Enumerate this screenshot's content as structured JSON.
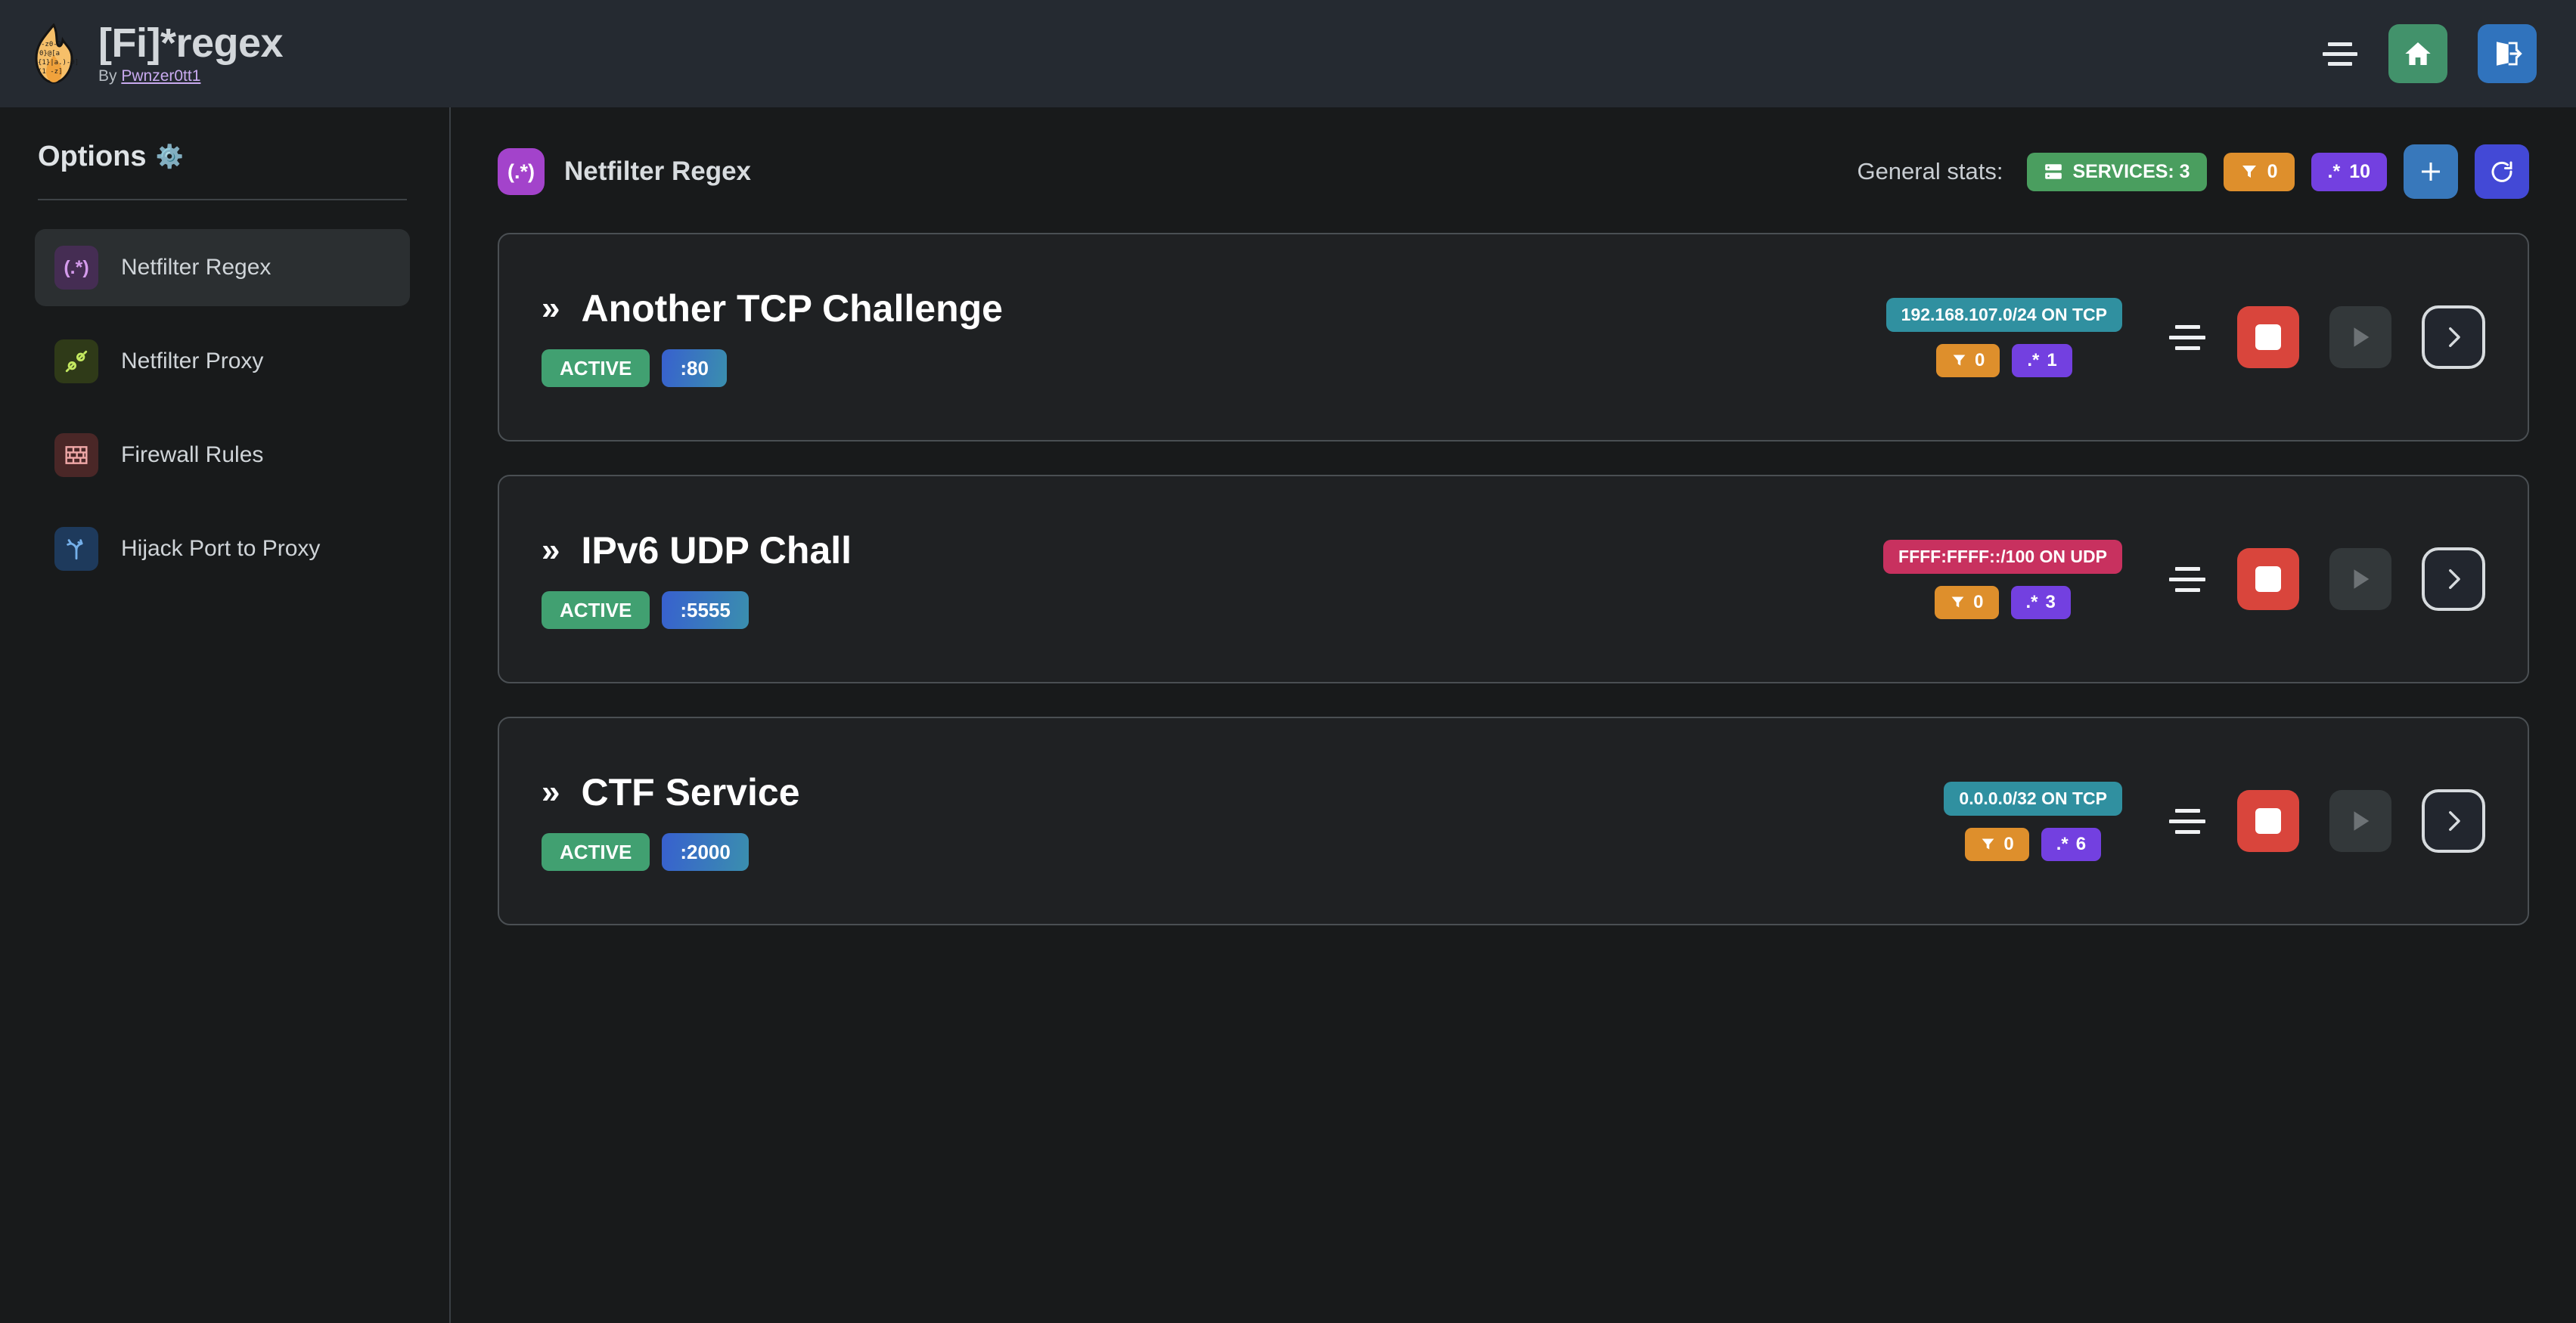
{
  "header": {
    "logo_icon": "flame-regex-logo",
    "title": "[Fi]*regex",
    "by_prefix": "By ",
    "author": "Pwnzer0tt1",
    "menu_icon": "menu-lines-icon",
    "home_icon": "home-icon",
    "logout_icon": "logout-icon"
  },
  "sidebar": {
    "heading": "Options",
    "gear": "⚙️",
    "items": [
      {
        "label": "Netfilter Regex",
        "icon": "regex-icon",
        "glyph": "(.*)",
        "active": true
      },
      {
        "label": "Netfilter Proxy",
        "icon": "plug-icon",
        "glyph": "⚭",
        "active": false
      },
      {
        "label": "Firewall Rules",
        "icon": "brick-wall-icon",
        "glyph": "▦",
        "active": false
      },
      {
        "label": "Hijack Port to Proxy",
        "icon": "route-fork-icon",
        "glyph": "⎇",
        "active": false
      }
    ]
  },
  "main": {
    "page_icon": "regex-icon",
    "page_icon_glyph": "(.*)",
    "page_title": "Netfilter Regex",
    "stats_label": "General stats:",
    "stats": {
      "services_icon": "server-icon",
      "services_text": "SERVICES: 3",
      "filter_icon": "filter-icon",
      "filter_count": "0",
      "regex_icon": "regex-dot-star-icon",
      "regex_glyph": ".*",
      "regex_count": "10"
    },
    "add_button_icon": "plus-icon",
    "refresh_button_icon": "refresh-icon"
  },
  "services": [
    {
      "chevron": "»",
      "name": "Another TCP Challenge",
      "status": "ACTIVE",
      "port": ":80",
      "network": "192.168.107.0/24 ON TCP",
      "protocol": "tcp",
      "filter_count": "0",
      "regex_glyph": ".*",
      "regex_count": "1",
      "menu_icon": "menu-lines-icon",
      "stop_icon": "stop-icon",
      "play_icon": "play-icon",
      "detail_icon": "chevron-right-icon"
    },
    {
      "chevron": "»",
      "name": "IPv6 UDP Chall",
      "status": "ACTIVE",
      "port": ":5555",
      "network": "FFFF:FFFF::/100 ON UDP",
      "protocol": "udp",
      "filter_count": "0",
      "regex_glyph": ".*",
      "regex_count": "3",
      "menu_icon": "menu-lines-icon",
      "stop_icon": "stop-icon",
      "play_icon": "play-icon",
      "detail_icon": "chevron-right-icon"
    },
    {
      "chevron": "»",
      "name": "CTF Service",
      "status": "ACTIVE",
      "port": ":2000",
      "network": "0.0.0.0/32 ON TCP",
      "protocol": "tcp",
      "filter_count": "0",
      "regex_glyph": ".*",
      "regex_count": "6",
      "menu_icon": "menu-lines-icon",
      "stop_icon": "stop-icon",
      "play_icon": "play-icon",
      "detail_icon": "chevron-right-icon"
    }
  ],
  "colors": {
    "page_bg": "#181a1b",
    "topbar_bg": "#252a31",
    "accent_purple": "#a343cb",
    "green": "#4a9e5f",
    "orange": "#de8f2c",
    "purple_badge": "#7340e0",
    "tcp_teal": "#3090a0",
    "udp_pink": "#c8315f",
    "stop_red": "#d9453c",
    "home_green": "#42926b",
    "logout_blue": "#3073bd"
  }
}
